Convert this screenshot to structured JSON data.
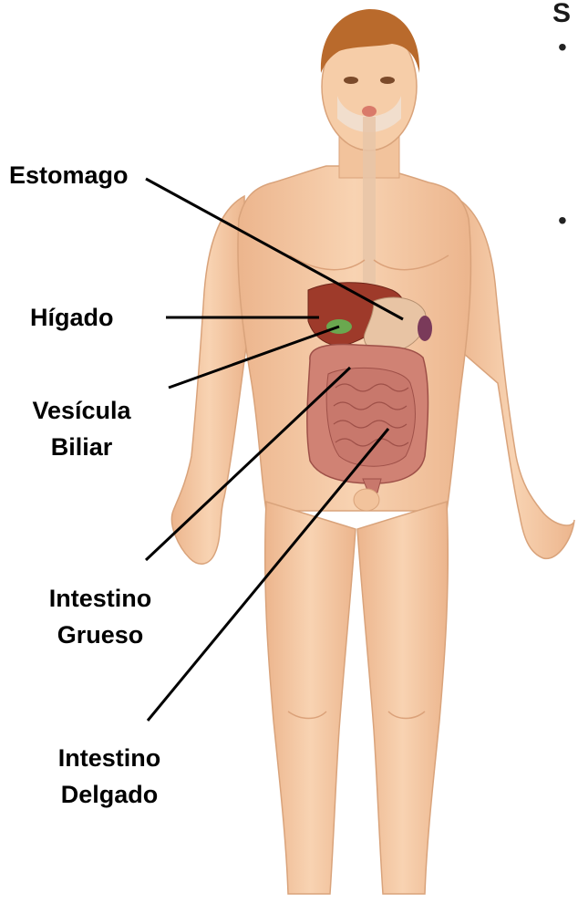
{
  "labels": {
    "estomago": "Estomago",
    "higado": "Hígado",
    "vesicula_line1": "Vesícula",
    "vesicula_line2": "Biliar",
    "grueso_line1": "Intestino",
    "grueso_line2": "Grueso",
    "delgado_line1": "Intestino",
    "delgado_line2": "Delgado"
  },
  "side_panel": {
    "heading_fragment": "S",
    "bullet_char": "•"
  },
  "colors": {
    "skin": "#f5c9a1",
    "skin_shadow": "#e3a980",
    "hair": "#b96a2c",
    "liver": "#9e3a2a",
    "stomach": "#e8c4a4",
    "gallbladder": "#6aa84f",
    "intestine": "#d08274",
    "leader_line": "#000000"
  }
}
